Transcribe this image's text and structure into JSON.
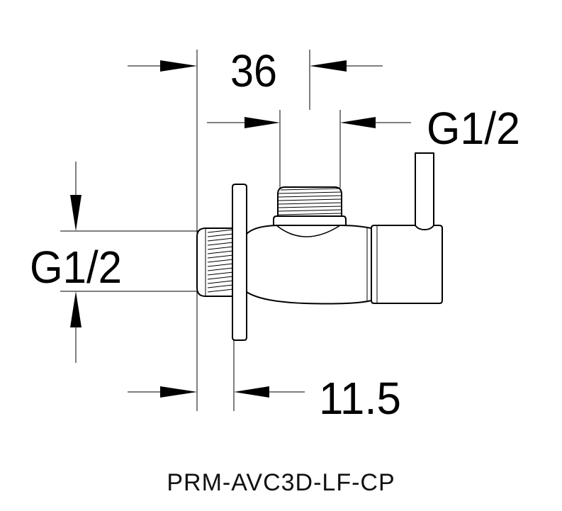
{
  "dimensions": {
    "top_width": "36",
    "top_thread": "G1/2",
    "left_thread": "G1/2",
    "bottom_offset": "11.5"
  },
  "model_code": "PRM-AVC3D-LF-CP"
}
